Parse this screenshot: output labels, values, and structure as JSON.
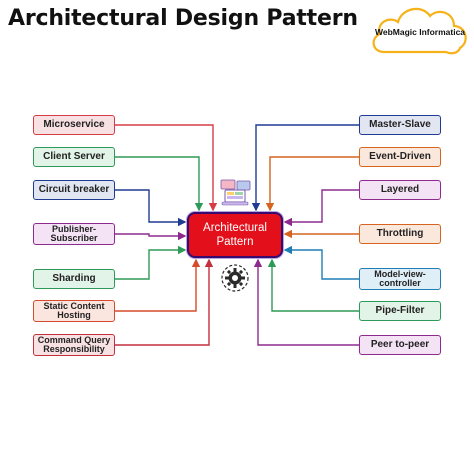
{
  "title": "Architectural Design Pattern",
  "brand": "WebMagic Informatica",
  "center": {
    "line1": "Architectural",
    "line2": "Pattern"
  },
  "left_nodes": [
    {
      "line1": "Microservice",
      "line2": "",
      "border": "#d63b47",
      "fill": "#f8e1e3"
    },
    {
      "line1": "Client Server",
      "line2": "",
      "border": "#2e9a57",
      "fill": "#e2f3e8"
    },
    {
      "line1": "Circuit breaker",
      "line2": "",
      "border": "#1f3c93",
      "fill": "#e2e6f3"
    },
    {
      "line1": "Publisher-",
      "line2": "Subscriber",
      "border": "#8e2a8e",
      "fill": "#f4e3f4"
    },
    {
      "line1": "Sharding",
      "line2": "",
      "border": "#2e9a57",
      "fill": "#e2f3e8"
    },
    {
      "line1": "Static Content",
      "line2": "Hosting",
      "border": "#d64b2c",
      "fill": "#fae6df"
    },
    {
      "line1": "Command Query",
      "line2": "Responsibility",
      "border": "#c42f3d",
      "fill": "#f8e1e3"
    }
  ],
  "right_nodes": [
    {
      "line1": "Master-Slave",
      "line2": "",
      "border": "#1f3c93",
      "fill": "#e2e6f3"
    },
    {
      "line1": "Event-Driven",
      "line2": "",
      "border": "#d6641f",
      "fill": "#fbe8dc"
    },
    {
      "line1": "Layered",
      "line2": "",
      "border": "#8e2a8e",
      "fill": "#f4e3f4"
    },
    {
      "line1": "Throttling",
      "line2": "",
      "border": "#d6641f",
      "fill": "#fbe8dc"
    },
    {
      "line1": "Model-view-",
      "line2": "controller",
      "border": "#1f7fb5",
      "fill": "#e0eef7"
    },
    {
      "line1": "Pipe-Filter",
      "line2": "",
      "border": "#2e9a57",
      "fill": "#e2f3e8"
    },
    {
      "line1": "Peer to-peer",
      "line2": "",
      "border": "#8e2a8e",
      "fill": "#f4e3f4"
    }
  ],
  "icons": [
    "laptop-icon",
    "gear-icon"
  ]
}
